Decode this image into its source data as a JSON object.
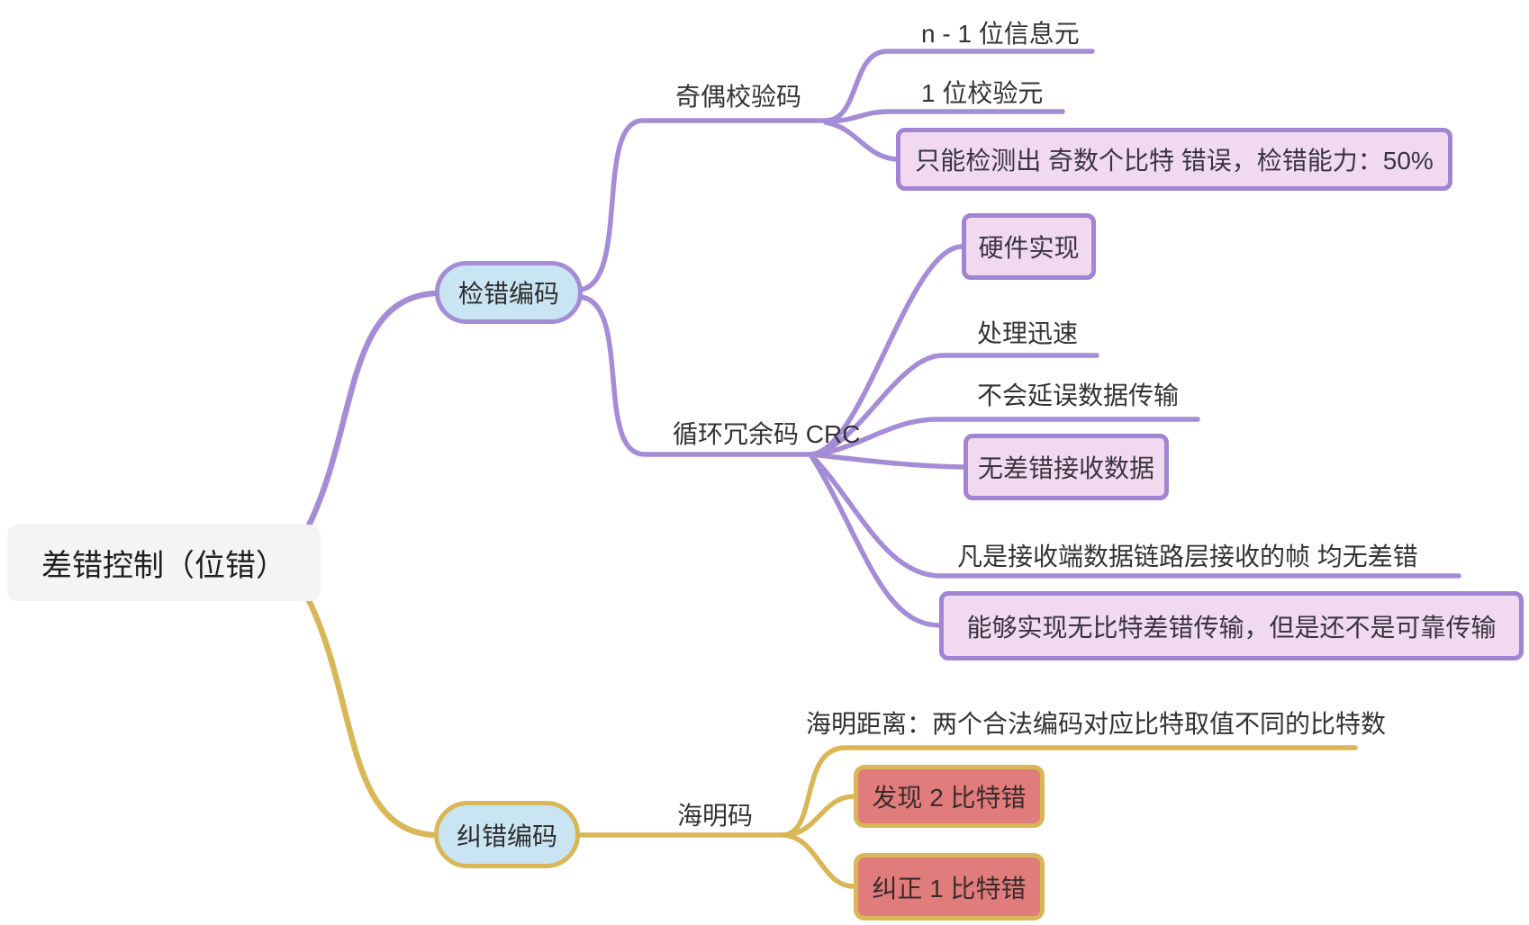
{
  "mindmap": {
    "root": {
      "label": "差错控制（位错）"
    },
    "detect": {
      "label": "检错编码",
      "parity": {
        "label": "奇偶校验码",
        "info_bits": {
          "label": "n - 1 位信息元"
        },
        "check_bit": {
          "label": "1 位校验元"
        },
        "capability": {
          "label": "只能检测出 奇数个比特 错误，检错能力：50%"
        }
      },
      "crc": {
        "label": "循环冗余码 CRC",
        "hardware": {
          "label": "硬件实现"
        },
        "fast": {
          "label": "处理迅速"
        },
        "no_delay": {
          "label": "不会延误数据传输"
        },
        "error_free_receive": {
          "label": "无差错接收数据"
        },
        "frames_no_error": {
          "label": "凡是接收端数据链路层接收的帧 均无差错"
        },
        "bit_error_free": {
          "label": "能够实现无比特差错传输，但是还不是可靠传输"
        }
      }
    },
    "correct": {
      "label": "纠错编码",
      "hamming": {
        "label": "海明码",
        "distance": {
          "label": "海明距离：两个合法编码对应比特取值不同的比特数"
        },
        "detect_2bit": {
          "label": "发现 2 比特错"
        },
        "correct_1bit": {
          "label": "纠正 1 比特错"
        }
      }
    }
  },
  "colors": {
    "branch_purple": "#a58cd6",
    "branch_yellow": "#d9b656",
    "node_blue_fill": "#c9e5f3",
    "highlight_purple_fill": "#f1daf0",
    "highlight_purple_border": "#a184d3",
    "highlight_red_fill": "#e17c7c",
    "root_fill": "#f4f4f5",
    "text": "#333333"
  }
}
